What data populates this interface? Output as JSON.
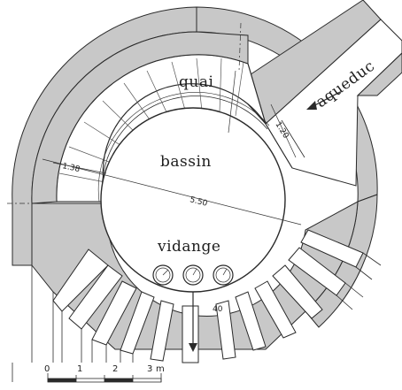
{
  "labels": {
    "quai": "quai",
    "bassin": "bassin",
    "vidange": "vidange",
    "aqueduc": "aqueduc"
  },
  "dimensions": {
    "channel_width": "1.20",
    "quay_width": "1.38",
    "basin_diameter": "5.50",
    "small_number": "40"
  },
  "scale_bar": {
    "ticks": [
      "0",
      "1",
      "2",
      "3"
    ],
    "unit": "m"
  },
  "colors": {
    "masonry": "#c8c8c8",
    "line": "#2a2a2a",
    "background": "#ffffff"
  }
}
